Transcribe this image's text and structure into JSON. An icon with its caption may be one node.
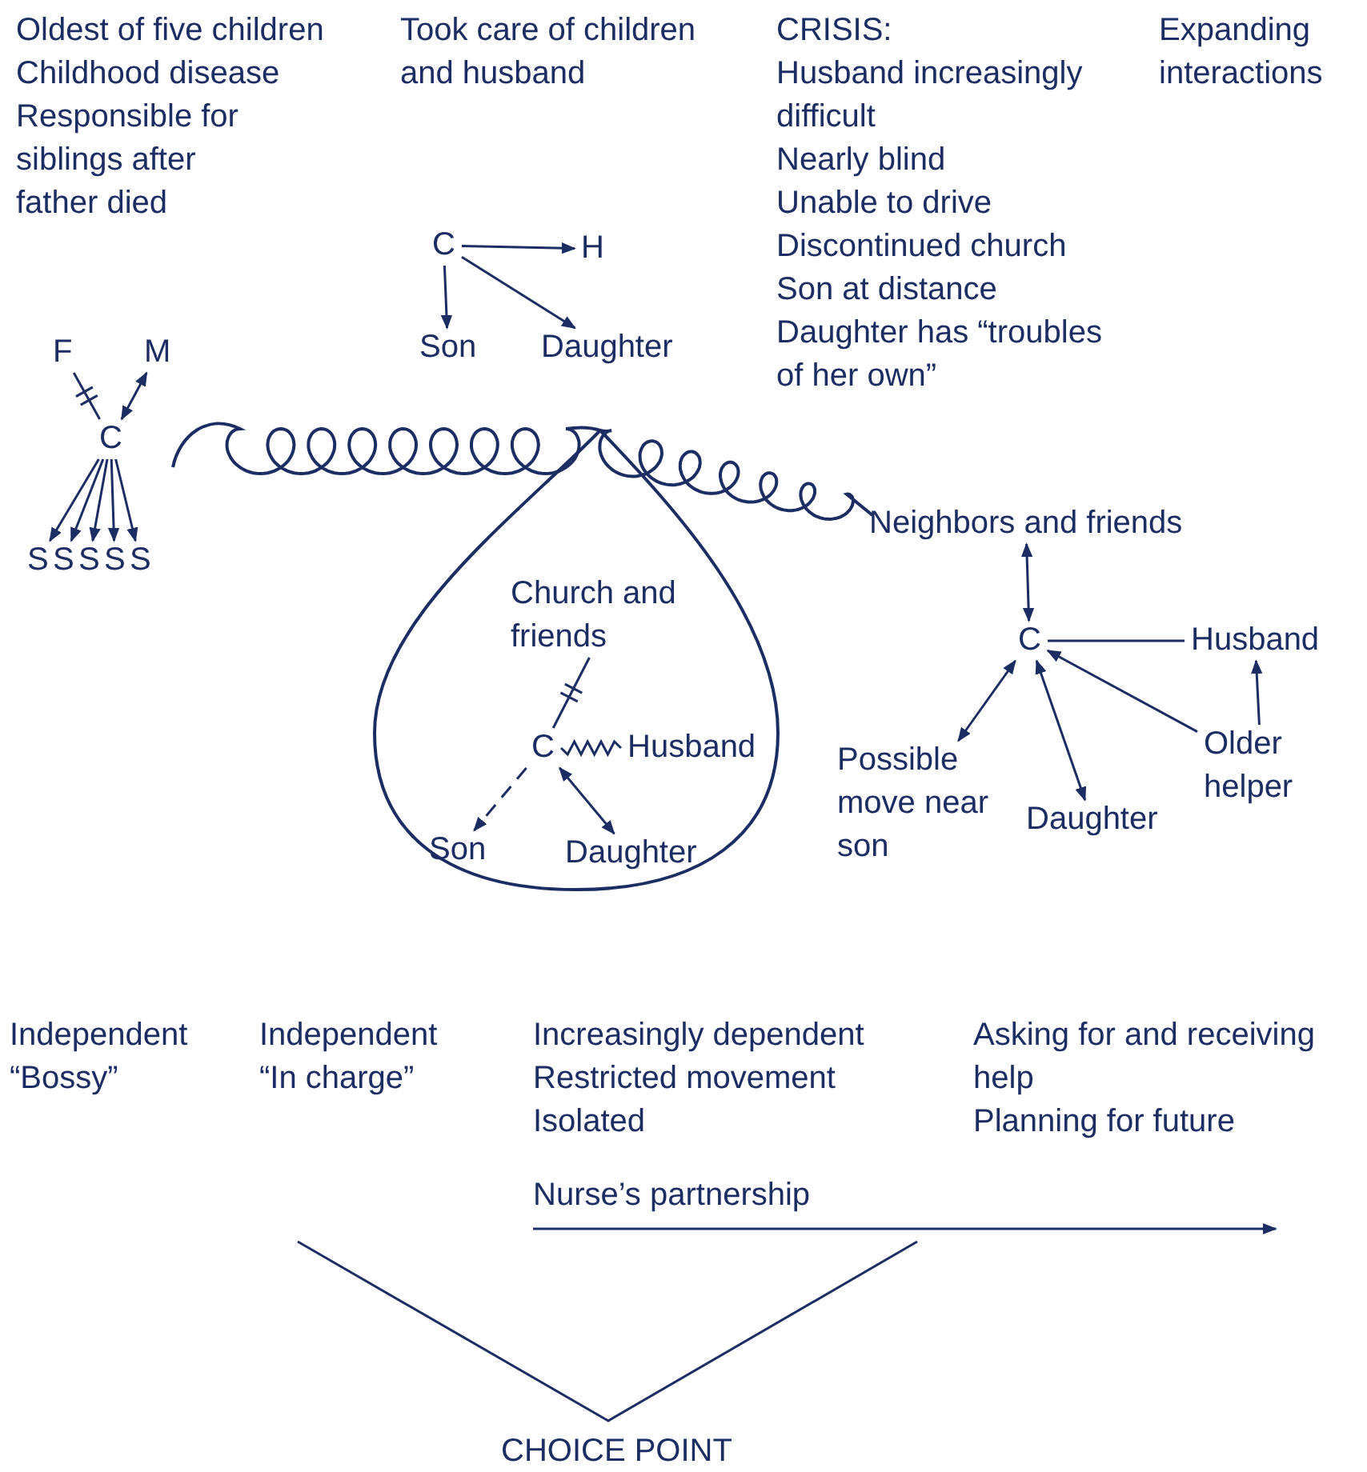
{
  "diagram": {
    "nodes": [
      {
        "text": [
          "F"
        ]
      },
      {
        "text": [
          "M"
        ]
      },
      {
        "text": [
          "C"
        ]
      },
      {
        "text": [
          "S"
        ]
      },
      {
        "text": [
          "S"
        ]
      },
      {
        "text": [
          "S"
        ]
      },
      {
        "text": [
          "S"
        ]
      },
      {
        "text": [
          "S"
        ]
      },
      {
        "text": [
          "C"
        ]
      },
      {
        "text": [
          "H"
        ]
      },
      {
        "text": [
          "Son"
        ]
      },
      {
        "text": [
          "Daughter"
        ]
      },
      {
        "text": [],
        "shape": "loop"
      },
      {
        "text": [
          "Church and friends"
        ],
        "in": 12
      },
      {
        "text": [
          "C"
        ],
        "in": 12
      },
      {
        "text": [
          "Husband"
        ],
        "in": 12
      },
      {
        "text": [
          "Son"
        ],
        "in": 12
      },
      {
        "text": [
          "Daughter"
        ],
        "in": 12
      },
      {
        "text": [
          "Neighbors and friends"
        ]
      },
      {
        "text": [
          "C"
        ]
      },
      {
        "text": [
          "Husband"
        ]
      },
      {
        "text": [
          "Possible move near son"
        ]
      },
      {
        "text": [
          "Daughter"
        ]
      },
      {
        "text": [
          "Older helper"
        ]
      }
    ],
    "edges": [
      {
        "from": 0,
        "to": 2,
        "arrow": "none"
      },
      {
        "from": 2,
        "to": 1,
        "arrow": "both"
      },
      {
        "from": 2,
        "to": 3,
        "arrow": "to"
      },
      {
        "from": 2,
        "to": 4,
        "arrow": "to"
      },
      {
        "from": 2,
        "to": 5,
        "arrow": "to"
      },
      {
        "from": 2,
        "to": 6,
        "arrow": "to"
      },
      {
        "from": 2,
        "to": 7,
        "arrow": "to"
      },
      {
        "from": 8,
        "to": 9,
        "arrow": "to"
      },
      {
        "from": 8,
        "to": 10,
        "arrow": "to"
      },
      {
        "from": 8,
        "to": 11,
        "arrow": "to"
      },
      {
        "from": 13,
        "to": 14,
        "arrow": "none"
      },
      {
        "from": 14,
        "to": 15,
        "arrow": "none"
      },
      {
        "from": 14,
        "to": 16,
        "arrow": "to",
        "style": "dashed"
      },
      {
        "from": 14,
        "to": 17,
        "arrow": "both"
      },
      {
        "from": 18,
        "to": 19,
        "arrow": "both"
      },
      {
        "from": 19,
        "to": 20,
        "arrow": "none"
      },
      {
        "from": 19,
        "to": 21,
        "arrow": "both"
      },
      {
        "from": 19,
        "to": 22,
        "arrow": "both"
      },
      {
        "from": 23,
        "to": 19,
        "arrow": "to"
      },
      {
        "from": 23,
        "to": 20,
        "arrow": "to"
      }
    ],
    "labels": [
      "Oldest of five children",
      "Childhood disease",
      "Responsible for siblings after father died",
      "Took care of children and husband",
      "CRISIS:",
      "Husband increasingly difficult",
      "Nearly blind",
      "Unable to drive",
      "Discontinued church",
      "Son at distance",
      "Daughter has “troubles of her own”",
      "Expanding interactions",
      "Independent",
      "“Bossy”",
      "Independent",
      "“In charge”",
      "Increasingly dependent",
      "Restricted movement",
      "Isolated",
      "Asking for and receiving help",
      "Planning for future",
      "Nurse’s partnership",
      "CHOICE POINT"
    ]
  }
}
